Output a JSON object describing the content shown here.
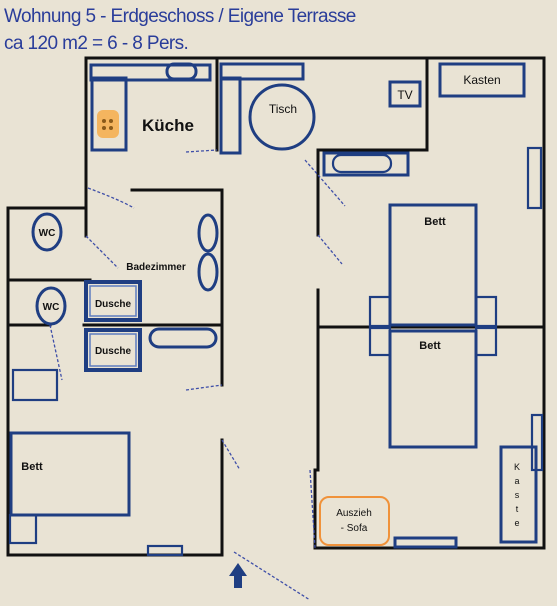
{
  "title_line1": "Wohnung 5 - Erdgeschoss / Eigene Terrasse",
  "title_line2": "ca 120 m2 = 6 - 8 Pers.",
  "labels": {
    "kueche": "Küche",
    "tisch": "Tisch",
    "tv": "TV",
    "kasten": "Kasten",
    "wc1": "WC",
    "wc2": "WC",
    "badezimmer": "Badezimmer",
    "dusche1": "Dusche",
    "dusche2": "Dusche",
    "bett_top": "Bett",
    "bett_mid": "Bett",
    "bett_left": "Bett",
    "sofa_line1": "Auszieh",
    "sofa_line2": "- Sofa",
    "kaste_vertical": [
      "K",
      "a",
      "s",
      "t",
      "e"
    ]
  },
  "colors": {
    "background": "#e9e3d4",
    "wall": "#111111",
    "furniture": "#1f3e82",
    "title": "#2a3d9a",
    "sofa_outline": "#f0923a",
    "stove": "#f4b55f"
  },
  "icons": {
    "entrance": "arrow-up-icon",
    "stove": "stove-icon"
  }
}
